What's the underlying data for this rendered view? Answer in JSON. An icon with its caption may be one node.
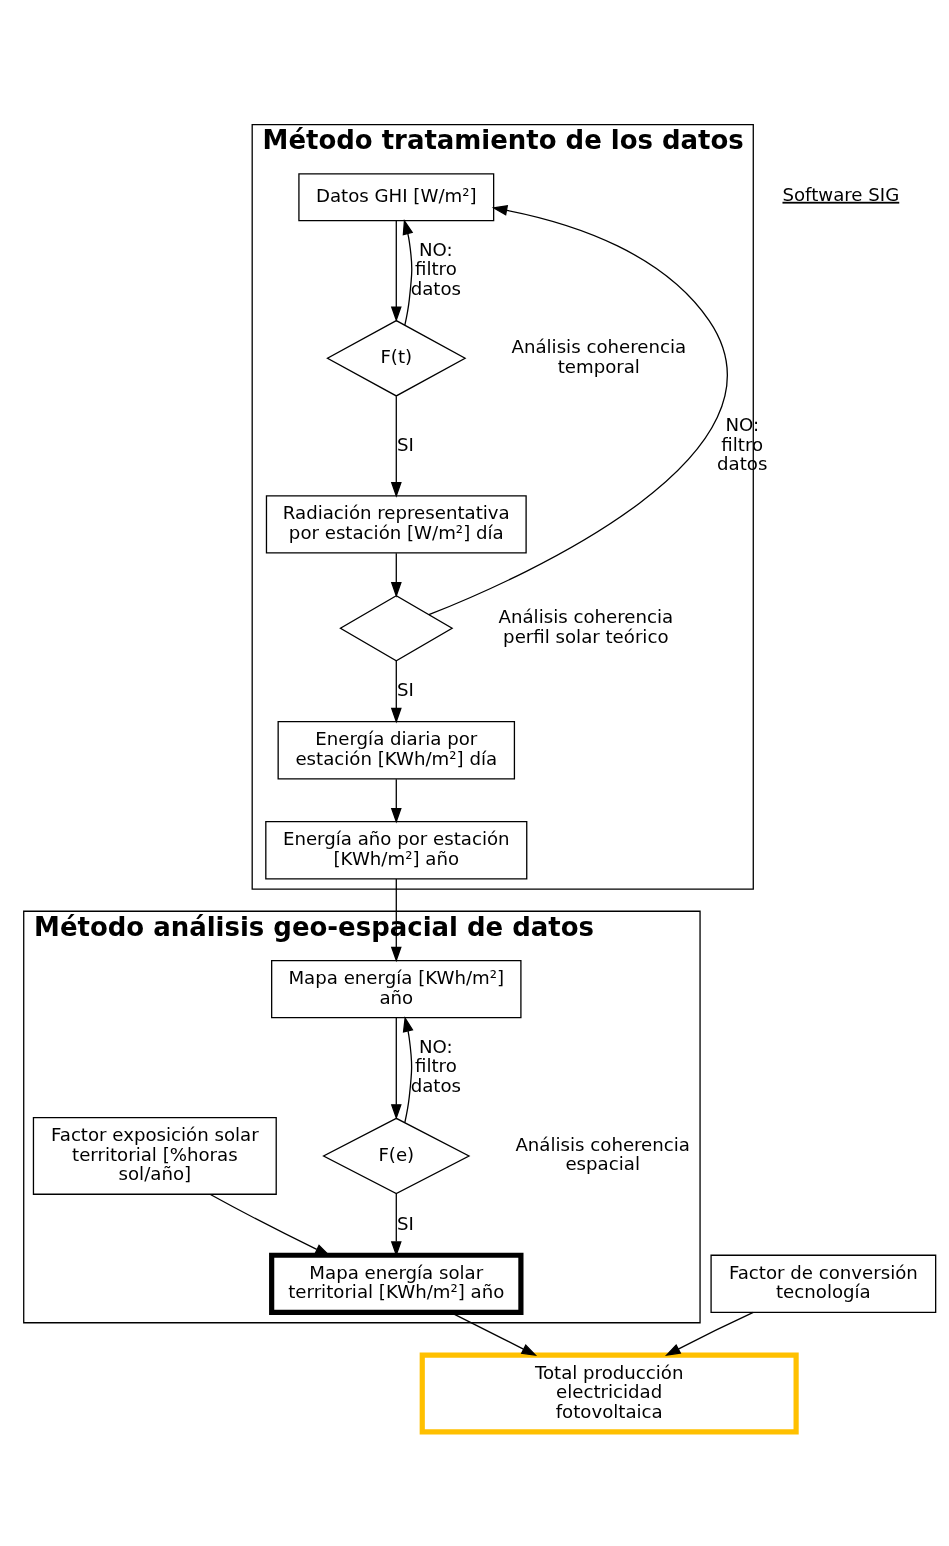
{
  "diagram": {
    "nodes": [
      {
        "text": [
          "Método tratamiento de los datos"
        ]
      },
      {
        "text": [
          "Datos GHI [W/m²]"
        ],
        "in": 0
      },
      {
        "text": [
          "F(t)"
        ],
        "in": 0,
        "beside": [
          "Análisis coherencia temporal"
        ]
      },
      {
        "text": [
          "Radiación representativa por estación [W/m²] día"
        ],
        "in": 0
      },
      {
        "text": [],
        "shape": "diamond",
        "in": 0,
        "beside": [
          "Análisis coherencia perfil solar teórico"
        ]
      },
      {
        "text": [
          "Energía diaria por estación [KWh/m²] día"
        ],
        "in": 0
      },
      {
        "text": [
          "Energía año por estación [KWh/m²] año"
        ],
        "in": 0
      },
      {
        "text": [
          "Método análisis geo-espacial de datos"
        ]
      },
      {
        "text": [
          "Mapa energía [KWh/m²] año"
        ],
        "in": 7
      },
      {
        "text": [
          "F(e)"
        ],
        "in": 7,
        "beside": [
          "Análisis coherencia espacial"
        ]
      },
      {
        "text": [
          "Mapa energía solar territorial [KWh/m²] año"
        ],
        "in": 7
      },
      {
        "text": [
          "Factor exposición solar territorial [%horas sol/año]"
        ],
        "in": 7
      },
      {
        "text": [
          "Total producción electricidad fotovoltaica"
        ]
      },
      {
        "text": [
          "Factor de conversión tecnología"
        ]
      }
    ],
    "edges": [
      {
        "from": 1,
        "to": 2,
        "arrow": "to"
      },
      {
        "from": 2,
        "to": 1,
        "arrow": "to",
        "label": "NO: filtro datos"
      },
      {
        "from": 2,
        "to": 3,
        "arrow": "to",
        "label": "SI"
      },
      {
        "from": 3,
        "to": 4,
        "arrow": "to"
      },
      {
        "from": 4,
        "to": 1,
        "arrow": "to",
        "label": "NO: filtro datos"
      },
      {
        "from": 4,
        "to": 5,
        "arrow": "to",
        "label": "SI"
      },
      {
        "from": 5,
        "to": 6,
        "arrow": "to"
      },
      {
        "from": 6,
        "to": 8,
        "arrow": "to"
      },
      {
        "from": 8,
        "to": 9,
        "arrow": "to"
      },
      {
        "from": 9,
        "to": 8,
        "arrow": "to",
        "label": "NO: filtro datos"
      },
      {
        "from": 9,
        "to": 10,
        "arrow": "to",
        "label": "SI"
      },
      {
        "from": 11,
        "to": 10,
        "arrow": "to"
      },
      {
        "from": 10,
        "to": 12,
        "arrow": "to"
      },
      {
        "from": 13,
        "to": 12,
        "arrow": "to"
      }
    ],
    "labels": [
      "Software SIG"
    ]
  }
}
